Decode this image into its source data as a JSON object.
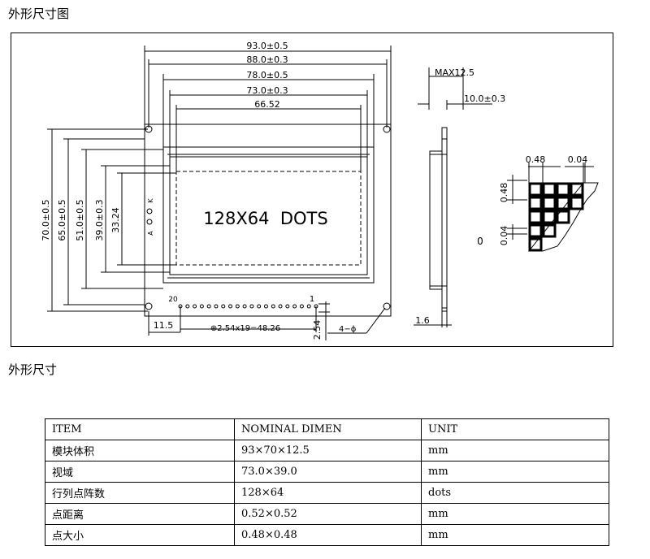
{
  "headings": {
    "top": "外形尺寸图",
    "middle": "外形尺寸"
  },
  "drawing": {
    "front_dims": [
      "93.0±0.5",
      "88.0±0.3",
      "78.0±0.5",
      "73.0±0.3",
      "66.52"
    ],
    "vertical_dims": [
      "70.0±0.5",
      "65.0±0.5",
      "51.0±0.5",
      "39.0±0.3",
      "33.24"
    ],
    "display_text": "128X64  DOTS",
    "pin_first": "20",
    "pin_last": "1",
    "bottom_left_dim": "11.5",
    "pin_pitch_dim": "⊕2.54x19=48.26",
    "pin_spacing_dim": "2.54",
    "hole_note": "4−ϕ",
    "backlight_k": "K",
    "backlight_a": "A",
    "side_max": "MAX12.5",
    "side_thickness": "10.0±0.3",
    "side_pcb": "1.6",
    "pixel_size": "0.48",
    "pixel_gap": "0.04",
    "pixel_size_v": "0.48",
    "pixel_gap_v": "0.04",
    "pixel_zero": "0"
  },
  "table": {
    "header": [
      "ITEM",
      "NOMINAL DIMEN",
      "UNIT"
    ],
    "rows": [
      [
        "模块体积",
        "93×70×12.5",
        "mm"
      ],
      [
        "视域",
        "73.0×39.0",
        "mm"
      ],
      [
        "行列点阵数",
        "128×64",
        "dots"
      ],
      [
        "点距离",
        "0.52×0.52",
        "mm"
      ],
      [
        "点大小",
        "0.48×0.48",
        "mm"
      ]
    ]
  }
}
